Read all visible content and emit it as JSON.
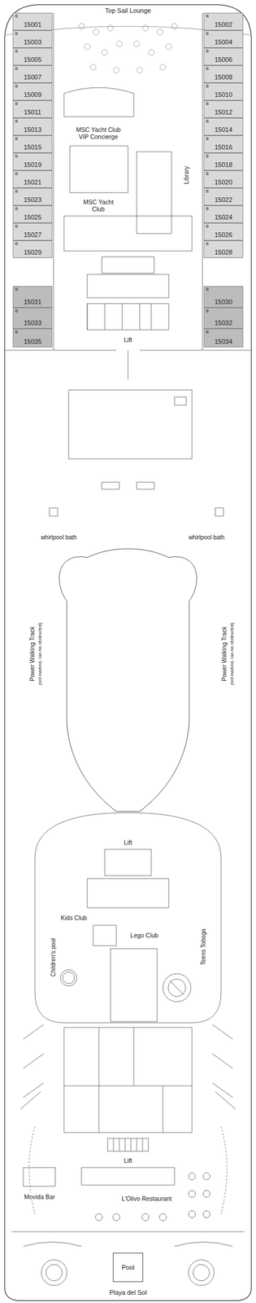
{
  "diagram": {
    "nodes": [
      {
        "text": [
          "B",
          "15001"
        ]
      },
      {
        "text": [
          "B",
          "15002"
        ]
      },
      {
        "text": [
          "B",
          "15003"
        ]
      },
      {
        "text": [
          "B",
          "15004"
        ]
      },
      {
        "text": [
          "B",
          "15005"
        ]
      },
      {
        "text": [
          "B",
          "15006"
        ]
      },
      {
        "text": [
          "B",
          "15007"
        ]
      },
      {
        "text": [
          "B",
          "15008"
        ]
      },
      {
        "text": [
          "B",
          "15009"
        ]
      },
      {
        "text": [
          "B",
          "15010"
        ]
      },
      {
        "text": [
          "B",
          "15011"
        ]
      },
      {
        "text": [
          "B",
          "15012"
        ]
      },
      {
        "text": [
          "B",
          "15013"
        ]
      },
      {
        "text": [
          "B",
          "15014"
        ]
      },
      {
        "text": [
          "B",
          "15015"
        ]
      },
      {
        "text": [
          "B",
          "15016"
        ]
      },
      {
        "text": [
          "B",
          "15019"
        ]
      },
      {
        "text": [
          "B",
          "15018"
        ]
      },
      {
        "text": [
          "B",
          "15021"
        ]
      },
      {
        "text": [
          "B",
          "15020"
        ]
      },
      {
        "text": [
          "B",
          "15023"
        ]
      },
      {
        "text": [
          "B",
          "15022"
        ]
      },
      {
        "text": [
          "B",
          "15025"
        ]
      },
      {
        "text": [
          "B",
          "15024"
        ]
      },
      {
        "text": [
          "B",
          "15027"
        ]
      },
      {
        "text": [
          "B",
          "15026"
        ]
      },
      {
        "text": [
          "B",
          "15029"
        ]
      },
      {
        "text": [
          "B",
          "15028"
        ]
      },
      {
        "text": [
          "B",
          "15031"
        ]
      },
      {
        "text": [
          "B",
          "15030"
        ]
      },
      {
        "text": [
          "B",
          "15033"
        ]
      },
      {
        "text": [
          "B",
          "15032"
        ]
      },
      {
        "text": [
          "B",
          "15035"
        ]
      },
      {
        "text": [
          "B",
          "15034"
        ]
      },
      {
        "text": [
          "Pool"
        ]
      }
    ],
    "labels": [
      "Top Sail Lounge",
      "MSC Yacht Club VIP Concierge",
      "Library",
      "MSC Yacht Club",
      "Lift",
      "whirlpool bath",
      "whirlpool bath",
      "Power Walking Track",
      "(not marked, can be obstructed)",
      "Power Walking Track",
      "(not marked, can be obstructed)",
      "Lift",
      "Kids Club",
      "Lego Club",
      "Children's pool",
      "Teens Toboga",
      "Lift",
      "Movida Bar",
      "L'Olivo Restaurant",
      "Playa del Sol"
    ]
  }
}
